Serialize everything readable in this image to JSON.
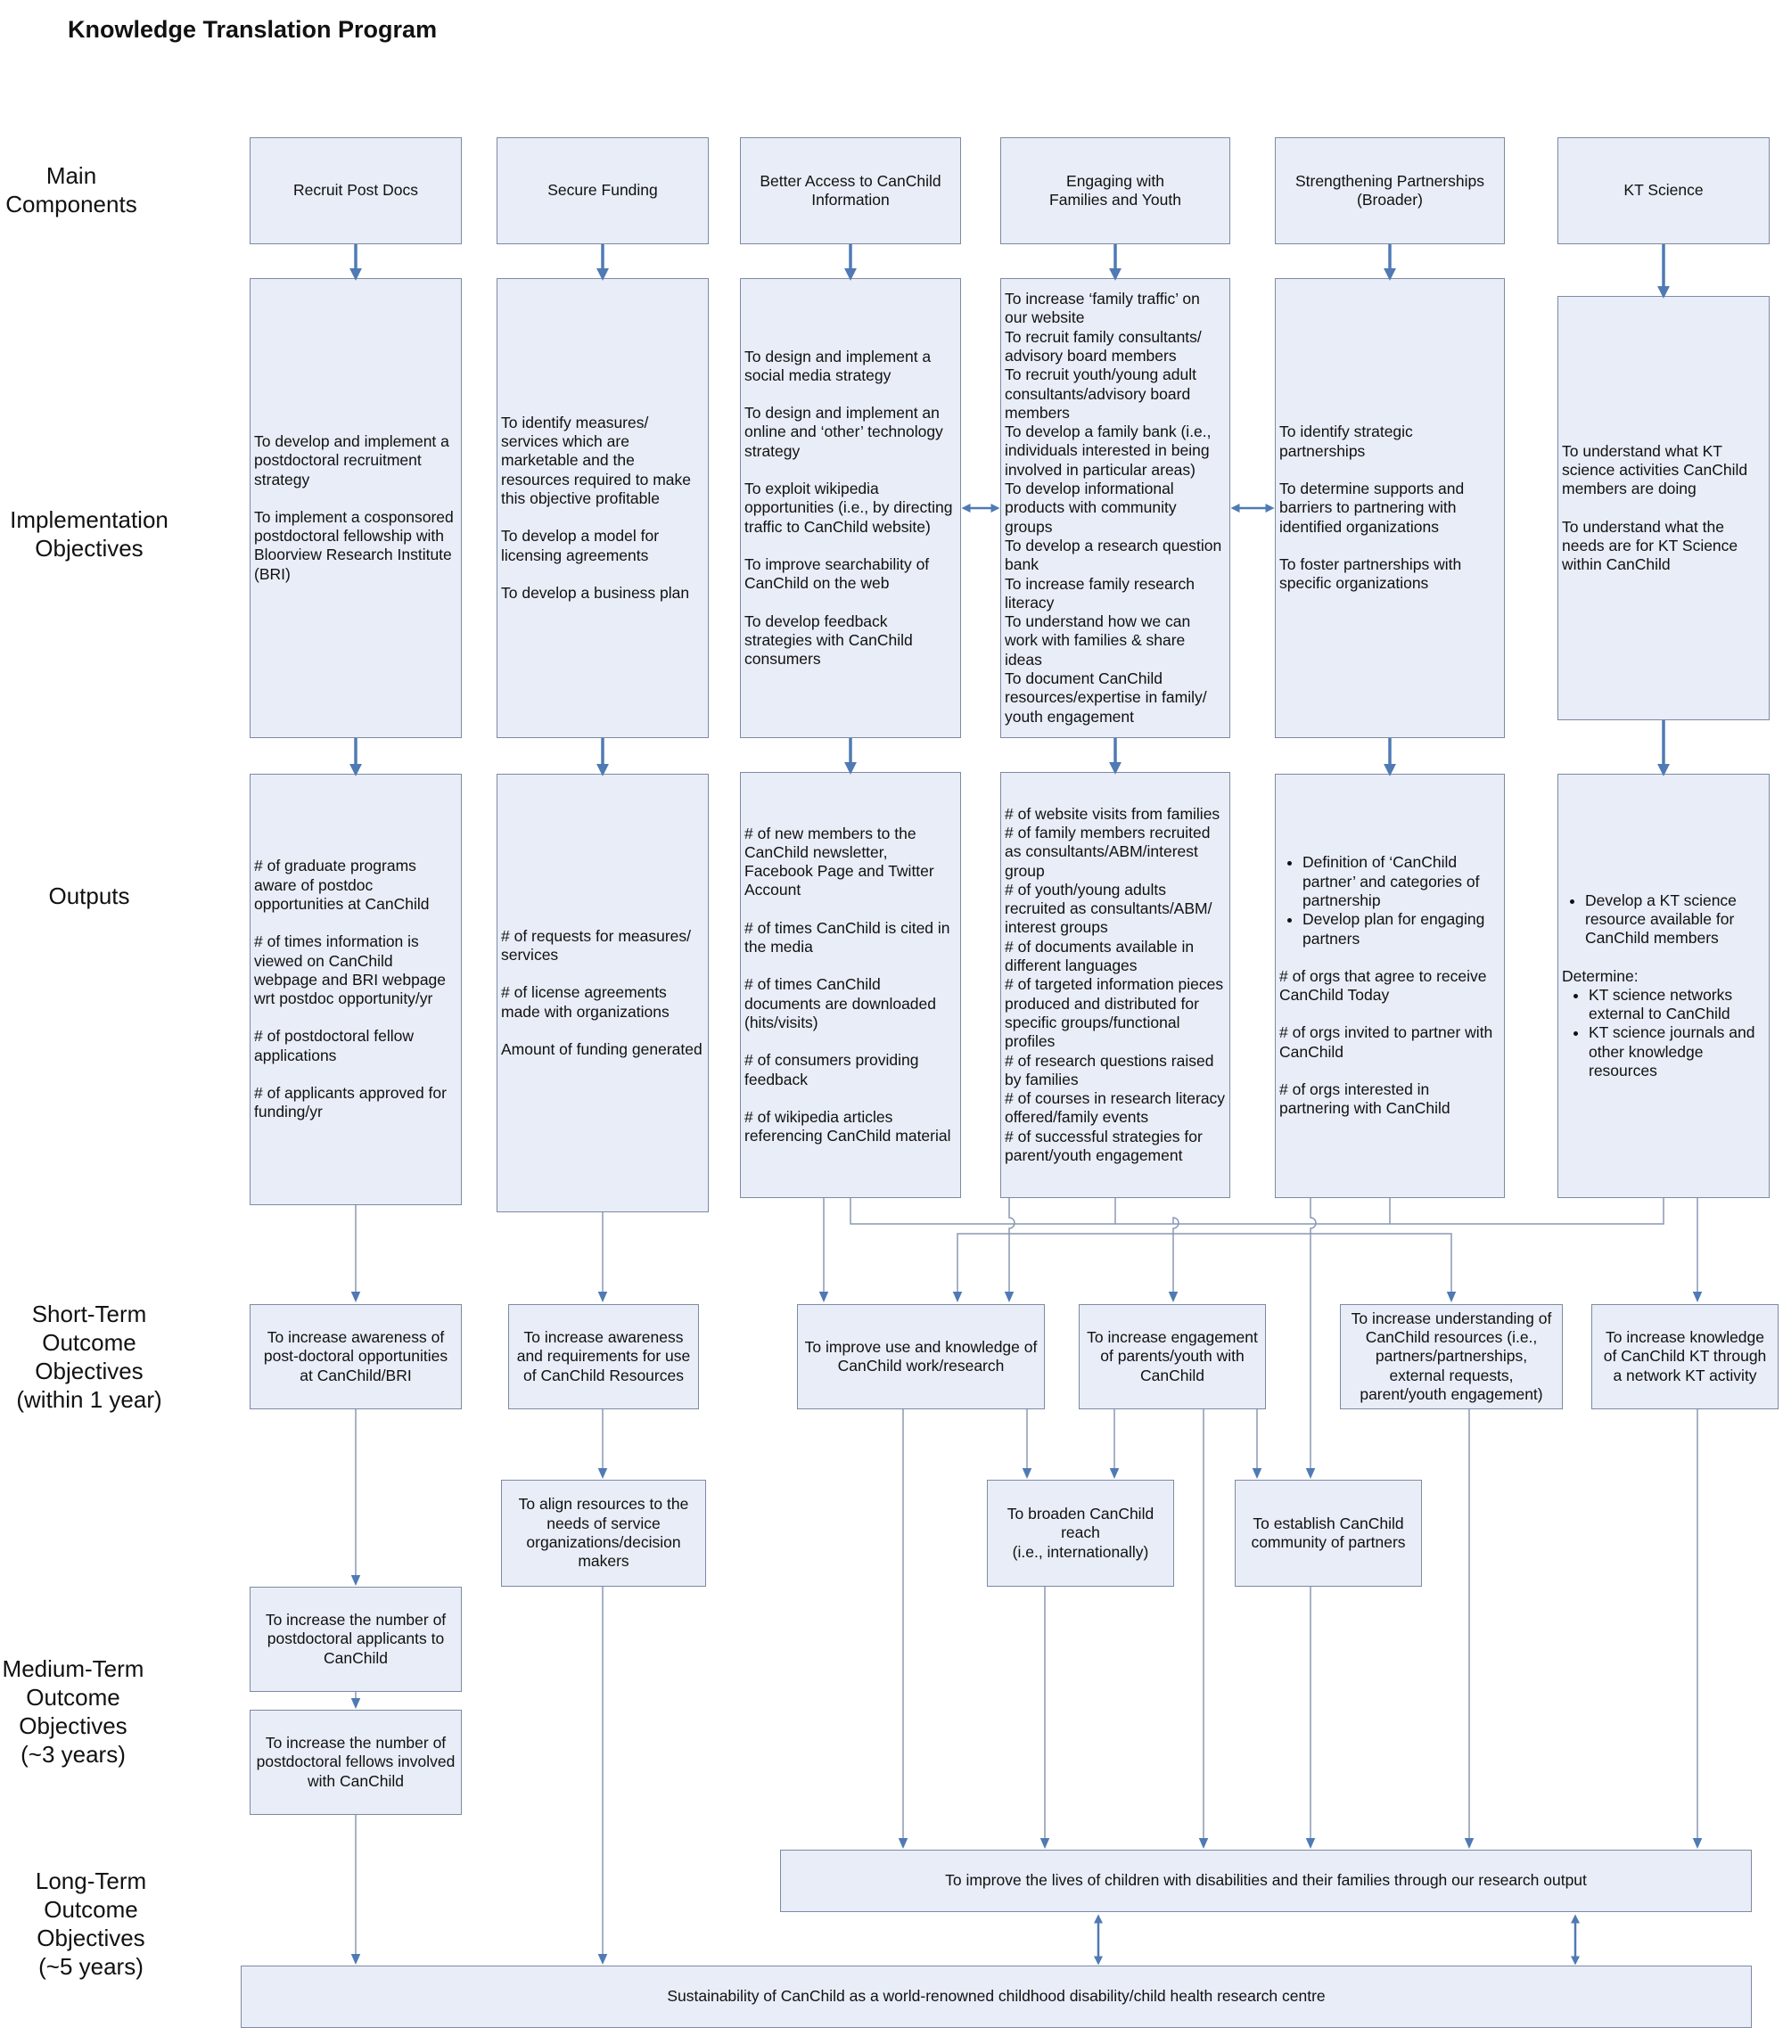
{
  "title": "Knowledge Translation Program",
  "row_labels": {
    "main": "Main Components",
    "implementation": "Implementation Objectives",
    "outputs": "Outputs",
    "short_term": [
      "Short-Term",
      "Outcome",
      "Objectives",
      "(within 1 year)"
    ],
    "medium_term": [
      "Medium-Term",
      "Outcome",
      "Objectives",
      "(~3 years)"
    ],
    "long_term": [
      "Long-Term",
      "Outcome",
      "Objectives",
      "(~5 years)"
    ]
  },
  "components": [
    {
      "label": [
        "Recruit Post Docs"
      ]
    },
    {
      "label": [
        "Secure Funding"
      ]
    },
    {
      "label": [
        "Better Access to CanChild",
        "Information"
      ]
    },
    {
      "label": [
        "Engaging with",
        "Families and Youth"
      ]
    },
    {
      "label": [
        "Strengthening Partnerships",
        "(Broader)"
      ]
    },
    {
      "label": [
        "KT Science"
      ]
    }
  ],
  "implementation": [
    [
      "To develop and implement a postdoctoral recruitment strategy",
      "To implement a cosponsored postdoctoral fellowship with Bloorview Research Institute (BRI)"
    ],
    [
      "To identify measures/ services which are marketable and the resources required to make this objective profitable",
      "To develop a model for licensing agreements",
      "To develop a business plan"
    ],
    [
      "To design and implement a social media strategy",
      "To design and implement an online and ‘other’ technology strategy",
      "To exploit wikipedia opportunities (i.e., by directing traffic to CanChild website)",
      "To improve searchability of CanChild on the web",
      "To develop feedback strategies with CanChild consumers"
    ],
    [
      "To increase ‘family traffic’ on our website",
      "To recruit family consultants/ advisory board members",
      "To recruit youth/young adult consultants/advisory board members",
      "To develop a family bank (i.e., individuals interested in being involved in particular areas)",
      "To develop informational products with community groups",
      "To develop a research question bank",
      "To increase family research literacy",
      "To understand how we can work with families & share ideas",
      "To document CanChild resources/expertise in family/ youth engagement"
    ],
    [
      "To identify strategic partnerships",
      "To determine supports and barriers to partnering with identified organizations",
      "To foster partnerships with specific organizations"
    ],
    [
      "To understand what KT science activities CanChild members are doing",
      "To understand what the needs are for KT Science within CanChild"
    ]
  ],
  "outputs": {
    "recruit": [
      "# of graduate programs aware of postdoc opportunities at CanChild",
      "# of times information is viewed on CanChild webpage and BRI webpage wrt postdoc opportunity/yr",
      "# of postdoctoral fellow applications",
      "# of applicants approved for funding/yr"
    ],
    "funding": [
      "# of requests for measures/ services",
      "# of license agreements made with organizations",
      "Amount of funding generated"
    ],
    "access": [
      "# of new members to the CanChild newsletter, Facebook Page and Twitter Account",
      "# of times CanChild is cited in the media",
      "# of times CanChild documents are downloaded (hits/visits)",
      "# of consumers providing feedback",
      "# of wikipedia articles referencing CanChild material"
    ],
    "families": [
      "# of website visits from families",
      "# of family members recruited as consultants/ABM/interest group",
      "# of youth/young adults recruited as consultants/ABM/ interest groups",
      "# of documents available in different languages",
      "# of targeted information pieces produced and distributed for specific groups/functional profiles",
      "# of research questions raised by families",
      "# of courses in research literacy offered/family events",
      "# of successful strategies for parent/youth engagement"
    ],
    "partnerships": {
      "bullets": [
        "Definition of ‘CanChild partner’ and categories of partnership",
        "Develop plan for engaging partners"
      ],
      "items": [
        "# of orgs that agree to receive CanChild Today",
        "# of orgs invited to partner with CanChild",
        "# of orgs interested in partnering with CanChild"
      ]
    },
    "kt": {
      "bullets": [
        "Develop a KT science resource available for CanChild members"
      ],
      "determine": "Determine:",
      "sub_bullets": [
        "KT science networks external to CanChild",
        "KT science journals and other knowledge resources"
      ]
    }
  },
  "short_term": [
    "To increase awareness of post-doctoral opportunities at CanChild/BRI",
    "To increase awareness and requirements for use of CanChild Resources",
    "To improve use and knowledge of CanChild work/research",
    "To increase engagement of parents/youth with CanChild",
    "To increase understanding of CanChild resources (i.e., partners/partnerships, external requests, parent/youth engagement)",
    "To increase knowledge of CanChild KT through a network KT activity"
  ],
  "intermediate": [
    "To align resources to the needs of service organizations/decision makers",
    [
      "To broaden CanChild reach",
      "(i.e., internationally)"
    ],
    "To establish CanChild community of partners"
  ],
  "medium_term": [
    "To increase the number of postdoctoral applicants to CanChild",
    "To increase the number of postdoctoral fellows involved with CanChild"
  ],
  "long_term": {
    "lives": "To improve the lives of children with disabilities and their families through our research output",
    "sustainability": "Sustainability of CanChild as a world-renowned childhood disability/child health research centre"
  },
  "colors": {
    "box_fill": "#e8edf7",
    "box_border": "#7d8aa3",
    "arrow": "#4f7ab4",
    "thin_line": "#8a98b4"
  }
}
